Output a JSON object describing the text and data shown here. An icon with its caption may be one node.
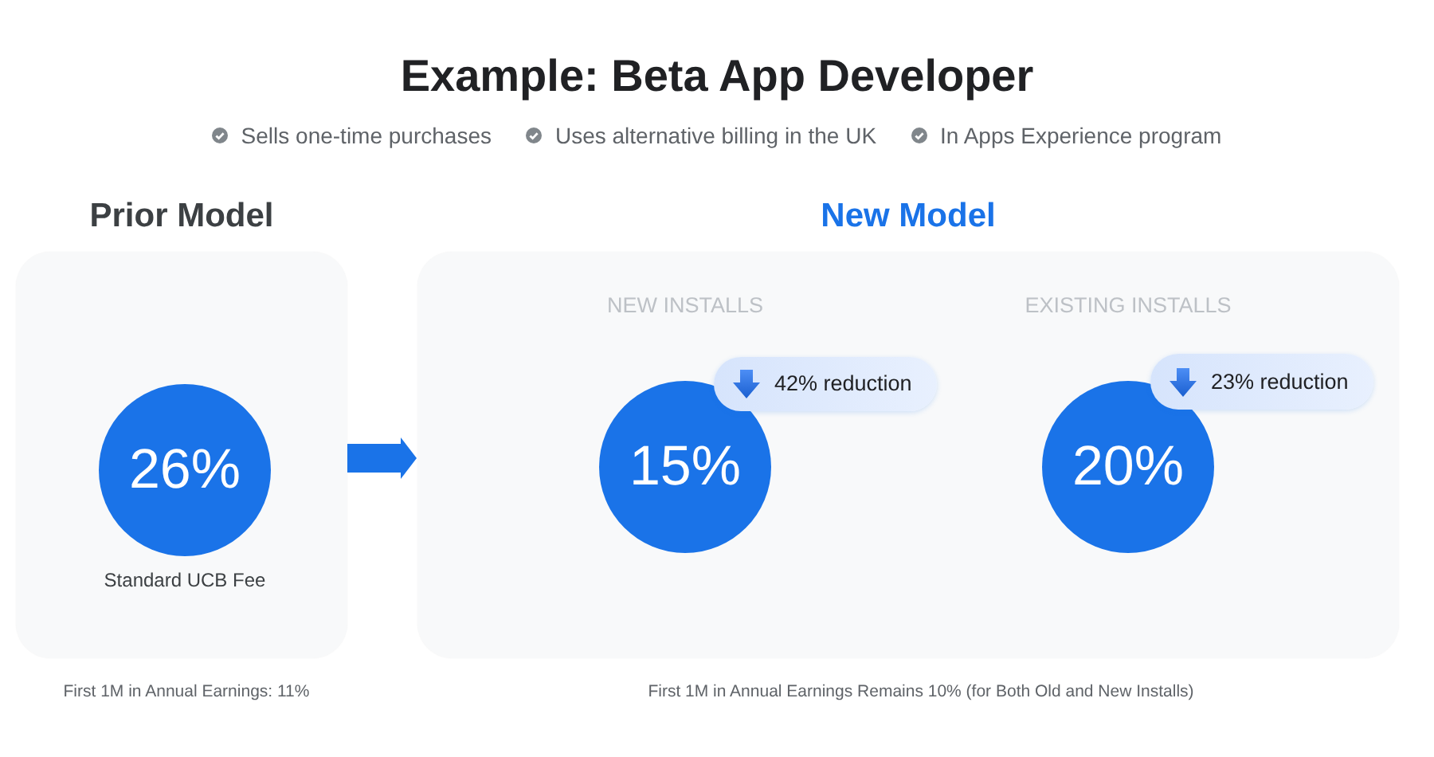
{
  "diagram": {
    "title": "Example: Beta App Developer",
    "nodes": [
      {
        "text": [
          "Prior Model"
        ],
        "beside": [
          "First 1M in Annual Earnings: 11%"
        ]
      },
      {
        "text": [
          "26%"
        ],
        "in": 0,
        "beside": [
          "Standard UCB Fee"
        ]
      },
      {
        "text": [
          "New Model"
        ],
        "beside": [
          "First 1M in Annual Earnings Remains 10% (for Both Old and New Installs)"
        ]
      },
      {
        "text": [
          "15%"
        ],
        "in": 2,
        "beside": [
          "NEW INSTALLS"
        ]
      },
      {
        "text": [
          "42% reduction"
        ],
        "in": 2
      },
      {
        "text": [
          "20%"
        ],
        "in": 2,
        "beside": [
          "EXISTING INSTALLS"
        ]
      },
      {
        "text": [
          "23% reduction"
        ],
        "in": 2
      }
    ],
    "edges": [
      {
        "from": 0,
        "to": 2,
        "arrow": "to"
      }
    ],
    "labels": [
      "Sells one-time purchases",
      "Uses alternative billing in the UK",
      "In Apps Experience program"
    ]
  }
}
